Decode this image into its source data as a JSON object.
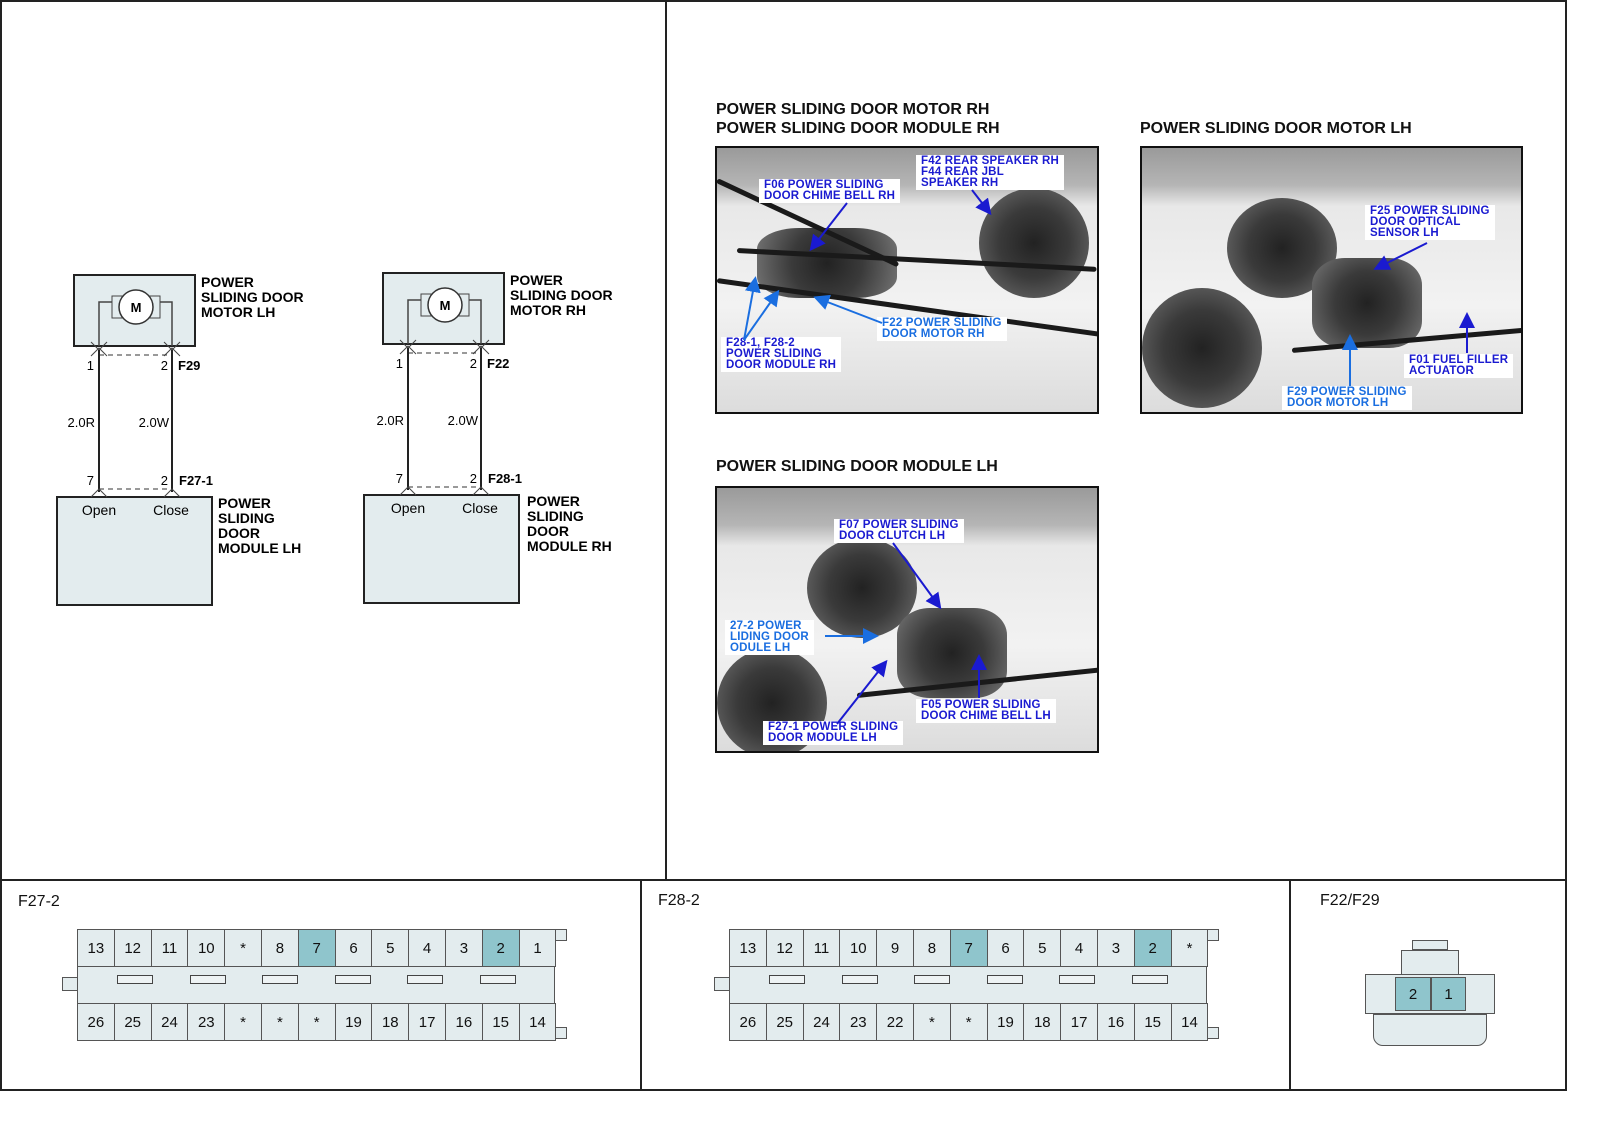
{
  "schematic": {
    "lh": {
      "motor_label": "POWER\nSLIDING DOOR\nMOTOR LH",
      "motor_symbol": "M",
      "pin_a": "1",
      "pin_b": "2",
      "motor_connector": "F29",
      "wire_a": "2.0R",
      "wire_b": "2.0W",
      "mod_pin_a": "7",
      "mod_pin_b": "2",
      "module_connector": "F27-1",
      "term_a": "Open",
      "term_b": "Close",
      "module_label": "POWER\nSLIDING\nDOOR\nMODULE LH"
    },
    "rh": {
      "motor_label": "POWER\nSLIDING DOOR\nMOTOR RH",
      "motor_symbol": "M",
      "pin_a": "1",
      "pin_b": "2",
      "motor_connector": "F22",
      "wire_a": "2.0R",
      "wire_b": "2.0W",
      "mod_pin_a": "7",
      "mod_pin_b": "2",
      "module_connector": "F28-1",
      "term_a": "Open",
      "term_b": "Close",
      "module_label": "POWER\nSLIDING\nDOOR\nMODULE RH"
    }
  },
  "photos": {
    "rh": {
      "title": "POWER SLIDING DOOR MOTOR RH\nPOWER SLIDING DOOR MODULE RH",
      "labels": [
        "F06 POWER SLIDING\nDOOR CHIME BELL RH",
        "F42 REAR SPEAKER RH\nF44 REAR JBL\nSPEAKER RH",
        "F22 POWER SLIDING\nDOOR MOTOR RH",
        "F28-1, F28-2\nPOWER SLIDING\nDOOR MODULE RH"
      ]
    },
    "motor_lh": {
      "title": "POWER SLIDING DOOR MOTOR LH",
      "labels": [
        "F25 POWER SLIDING\nDOOR OPTICAL\nSENSOR LH",
        "F01 FUEL FILLER\nACTUATOR",
        "F29 POWER SLIDING\nDOOR MOTOR LH"
      ]
    },
    "module_lh": {
      "title": "POWER SLIDING DOOR MODULE LH",
      "labels": [
        "F07 POWER SLIDING\nDOOR CLUTCH LH",
        "27-2 POWER\nLIDING DOOR\nODULE LH",
        "F05 POWER SLIDING\nDOOR CHIME BELL LH",
        "F27-1 POWER SLIDING\nDOOR MODULE LH"
      ]
    }
  },
  "connectors": {
    "f27_2": {
      "name": "F27-2",
      "top": [
        "13",
        "12",
        "11",
        "10",
        "*",
        "8",
        "7",
        "6",
        "5",
        "4",
        "3",
        "2",
        "1"
      ],
      "bottom": [
        "26",
        "25",
        "24",
        "23",
        "*",
        "*",
        "*",
        "19",
        "18",
        "17",
        "16",
        "15",
        "14"
      ],
      "highlight": [
        "7",
        "2"
      ]
    },
    "f28_2": {
      "name": "F28-2",
      "top": [
        "13",
        "12",
        "11",
        "10",
        "9",
        "8",
        "7",
        "6",
        "5",
        "4",
        "3",
        "2",
        "*"
      ],
      "bottom": [
        "26",
        "25",
        "24",
        "23",
        "22",
        "*",
        "*",
        "19",
        "18",
        "17",
        "16",
        "15",
        "14"
      ],
      "highlight": [
        "7",
        "2"
      ]
    },
    "f22_f29": {
      "name": "F22/F29",
      "pins": [
        "2",
        "1"
      ]
    }
  },
  "colors": {
    "pin_highlight": "#8fc5cc",
    "cell": "#e3ecee",
    "label_blue": "#1a1ad0",
    "label_light_blue": "#1a6ee0"
  }
}
